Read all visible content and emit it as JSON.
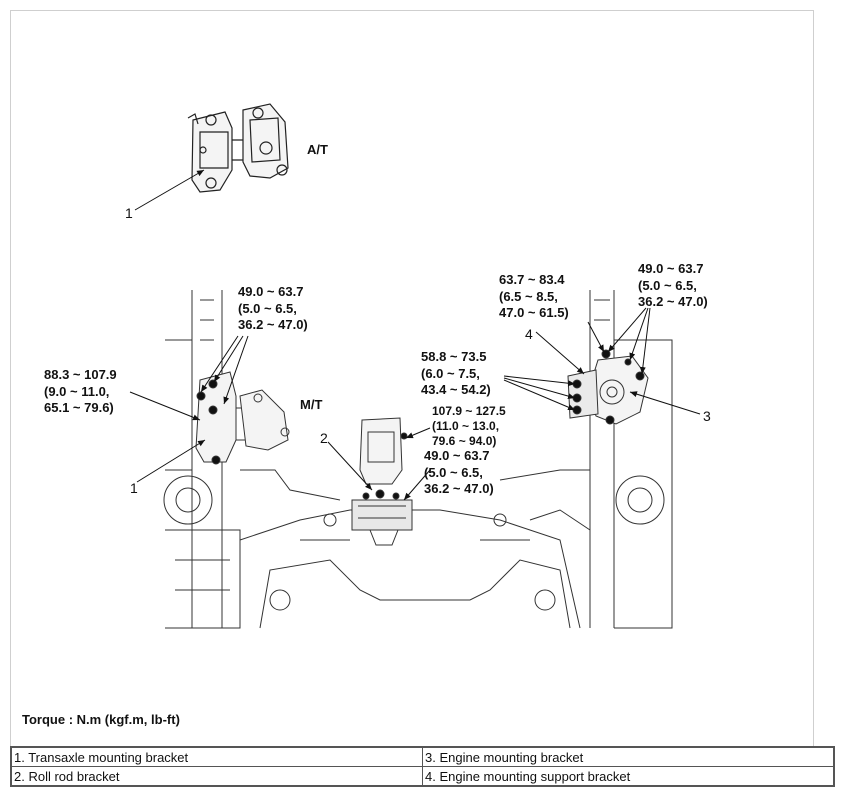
{
  "labels": {
    "at": "A/T",
    "mt": "M/T",
    "callout_1_top": "1",
    "callout_1_mid": "1",
    "callout_2": "2",
    "callout_3": "3",
    "callout_4": "4",
    "torque_left_top": "49.0 ~ 63.7\n(5.0 ~ 6.5,\n36.2 ~ 47.0)",
    "torque_left_side": "88.3 ~ 107.9\n(9.0 ~ 11.0,\n65.1 ~ 79.6)",
    "torque_right_mid": "63.7 ~ 83.4\n(6.5 ~ 8.5,\n47.0 ~ 61.5)",
    "torque_right_top": "49.0 ~ 63.7\n(5.0 ~ 6.5,\n36.2 ~ 47.0)",
    "torque_center_left": "58.8 ~ 73.5\n(6.0 ~ 7.5,\n43.4 ~ 54.2)",
    "torque_center_a": "107.9 ~ 127.5\n(11.0 ~ 13.0,\n79.6 ~ 94.0)",
    "torque_center_b": "49.0 ~ 63.7\n(5.0 ~ 6.5,\n36.2 ~ 47.0)"
  },
  "torque_note": "Torque : N.m (kgf.m, lb-ft)",
  "legend": {
    "item1": "1. Transaxle mounting bracket",
    "item2": "2. Roll rod bracket",
    "item3": "3. Engine mounting bracket",
    "item4": "4. Engine mounting support bracket"
  }
}
